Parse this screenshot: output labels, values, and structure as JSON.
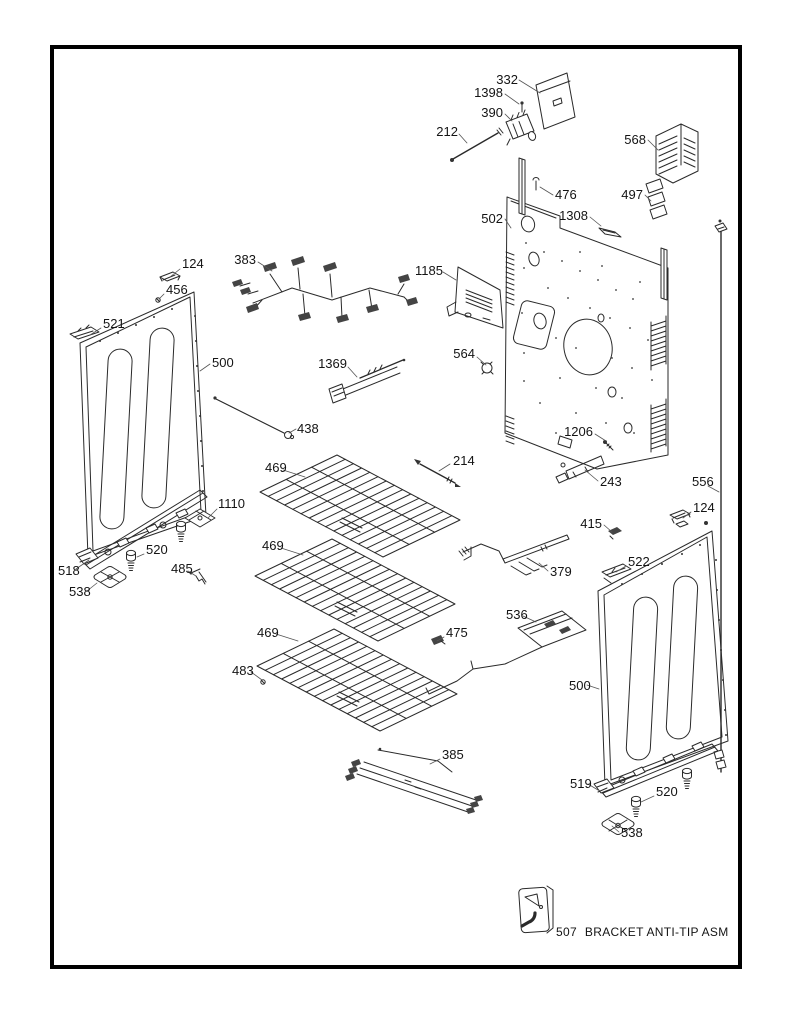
{
  "callouts": [
    "332",
    "1398",
    "390",
    "212",
    "568",
    "476",
    "497",
    "1308",
    "502",
    "1185",
    "383",
    "124",
    "456",
    "521",
    "500",
    "1369",
    "564",
    "438",
    "1206",
    "214",
    "243",
    "556",
    "469",
    "469",
    "469",
    "483",
    "475",
    "1110",
    "520",
    "518",
    "485",
    "538",
    "379",
    "415",
    "124",
    "522",
    "536",
    "500",
    "519",
    "520",
    "385",
    "538"
  ],
  "footer": {
    "number": "507",
    "text": "BRACKET ANTI-TIP ASM"
  },
  "colors": {
    "line": "#2a2a2a",
    "label": "#141414",
    "border": "#000000",
    "background": "#ffffff"
  }
}
